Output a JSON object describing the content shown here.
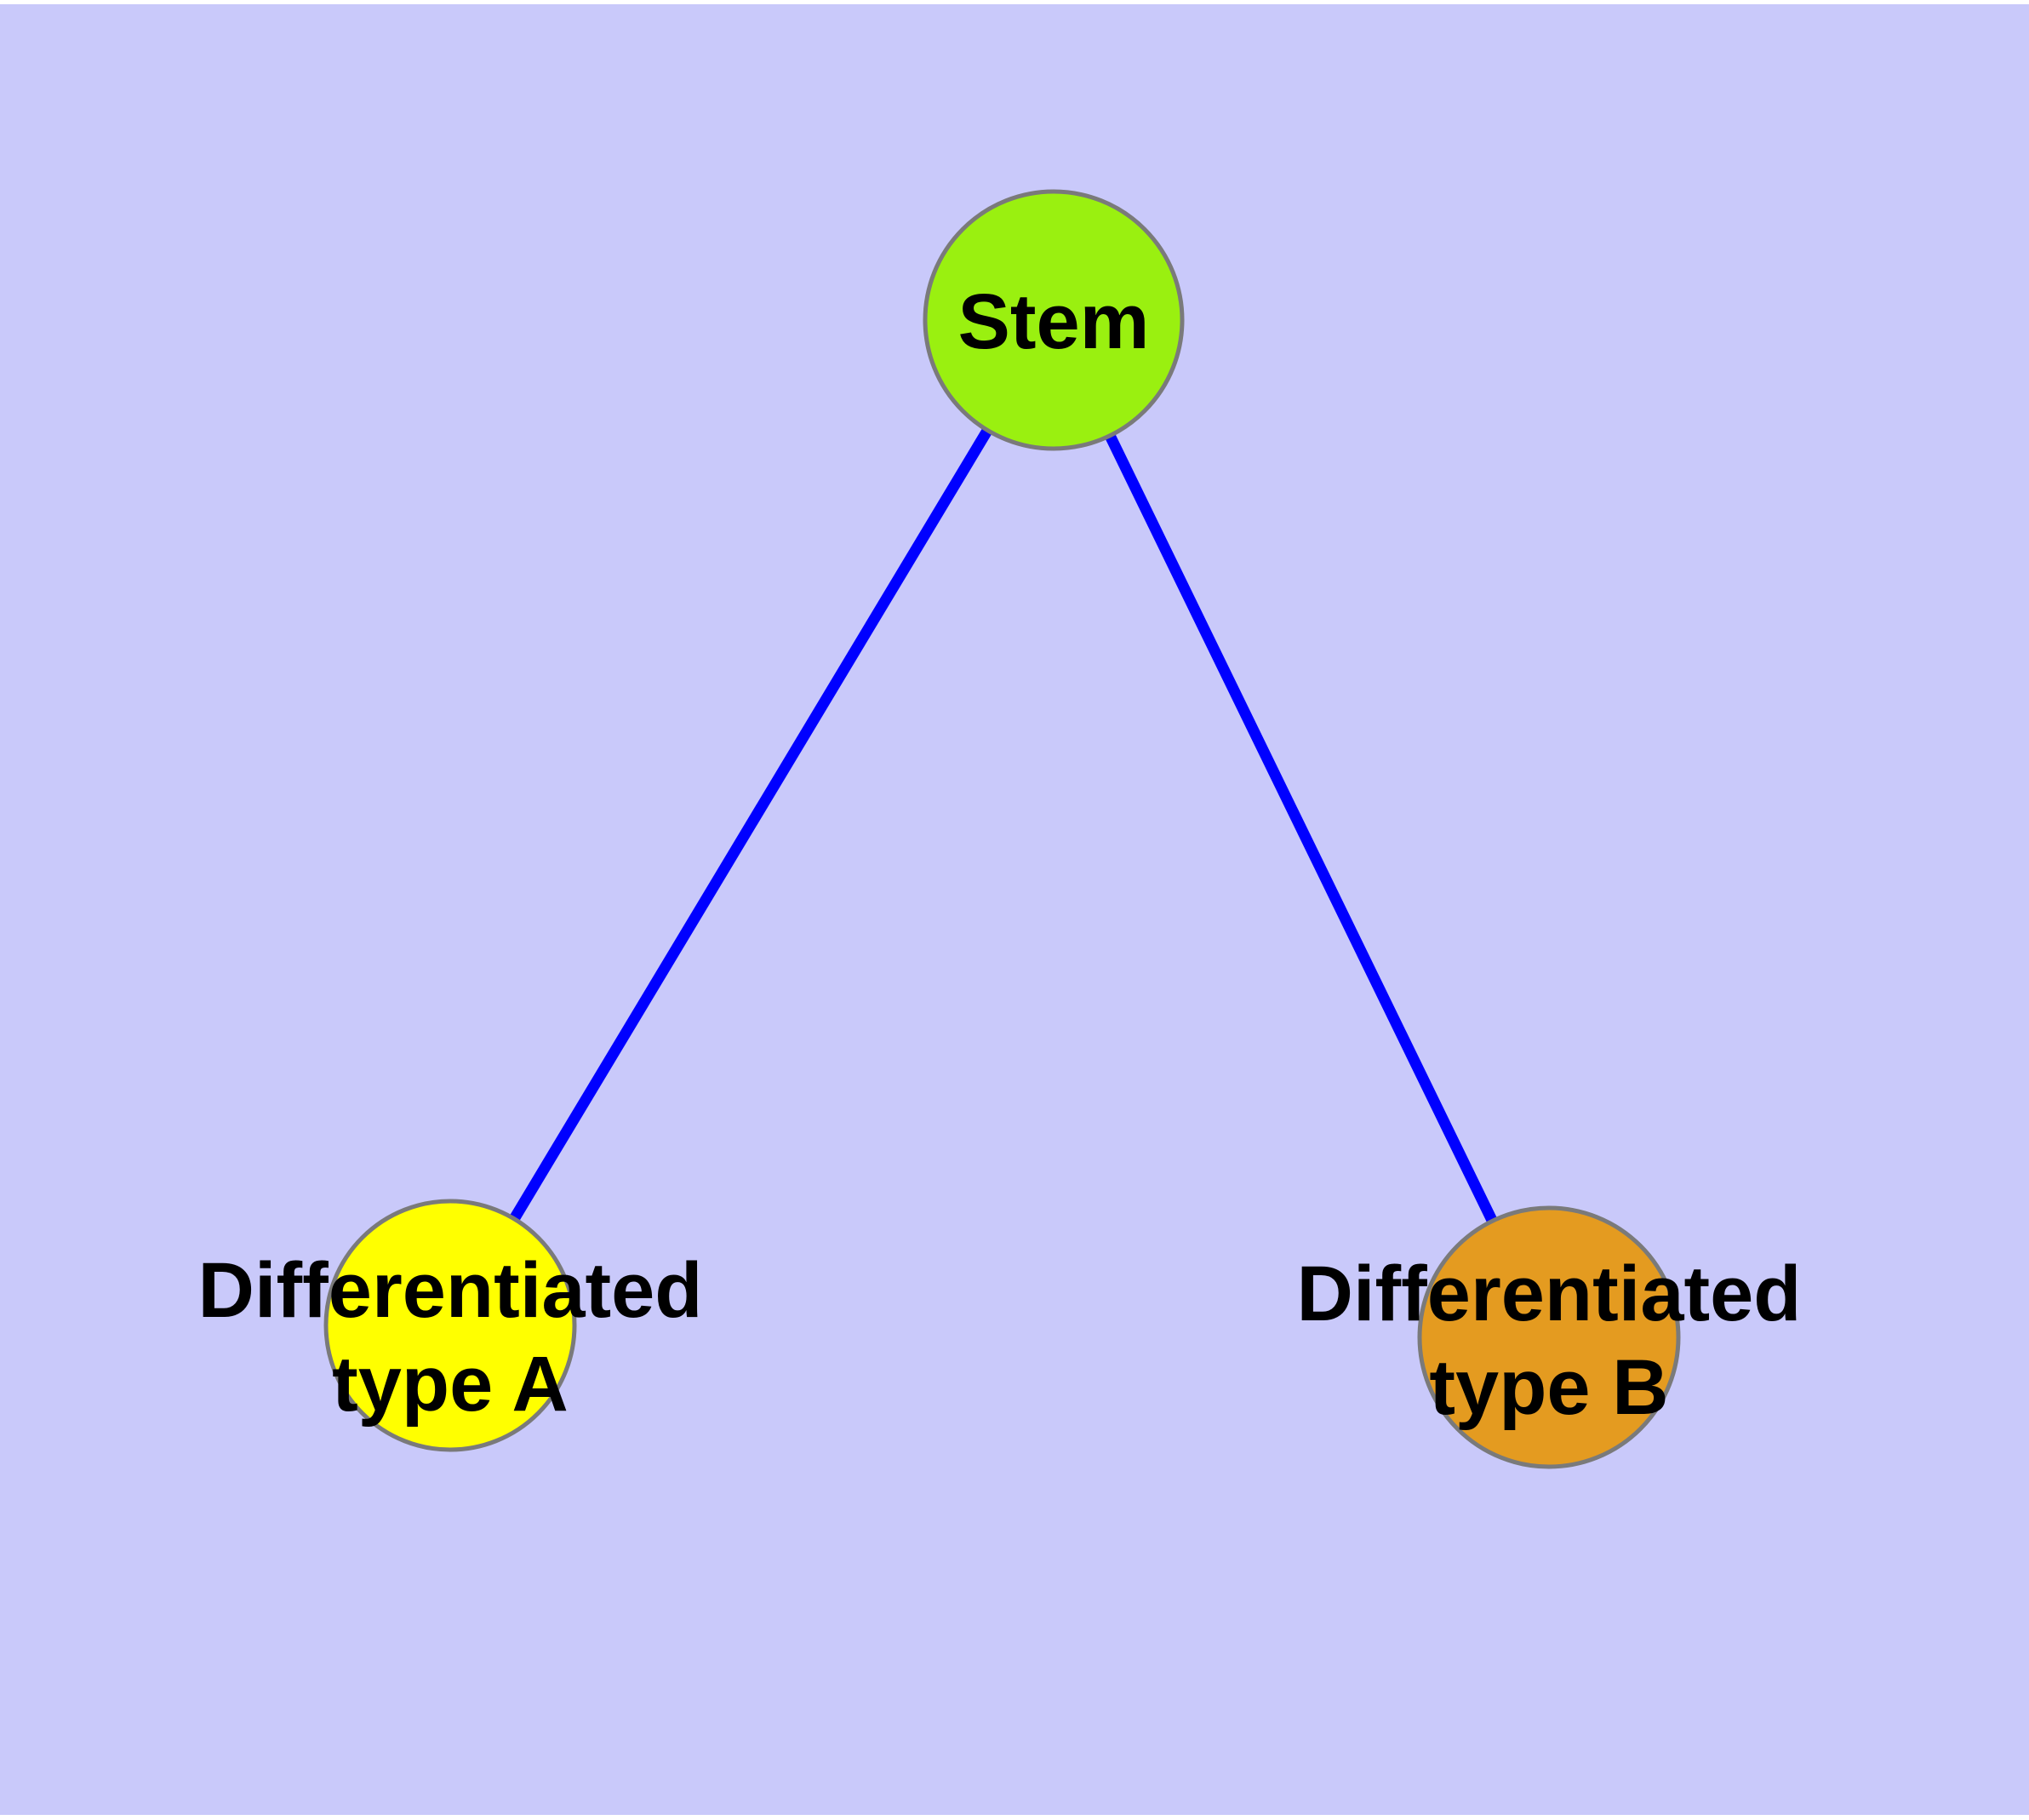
{
  "diagram": {
    "type": "node-link-graph",
    "colors": {
      "page_background": "#FFFFFF",
      "panel_background": "#C9C9FA",
      "node_border": "#7A7A7A",
      "edge": "#0000FF",
      "label_text": "#000000",
      "stem_fill": "#9AF010",
      "type_a_fill": "#FFFF00",
      "type_b_fill": "#E49B20"
    },
    "nodes": [
      {
        "id": "stem",
        "label": "Stem",
        "color": "#9AF010"
      },
      {
        "id": "differentiated-type-a",
        "label": "Differentiated\ntype A",
        "color": "#FFFF00"
      },
      {
        "id": "differentiated-type-b",
        "label": "Differentiated\ntype B",
        "color": "#E49B20"
      }
    ],
    "edges": [
      {
        "from": "stem",
        "to": "differentiated-type-a"
      },
      {
        "from": "stem",
        "to": "differentiated-type-b"
      }
    ]
  }
}
